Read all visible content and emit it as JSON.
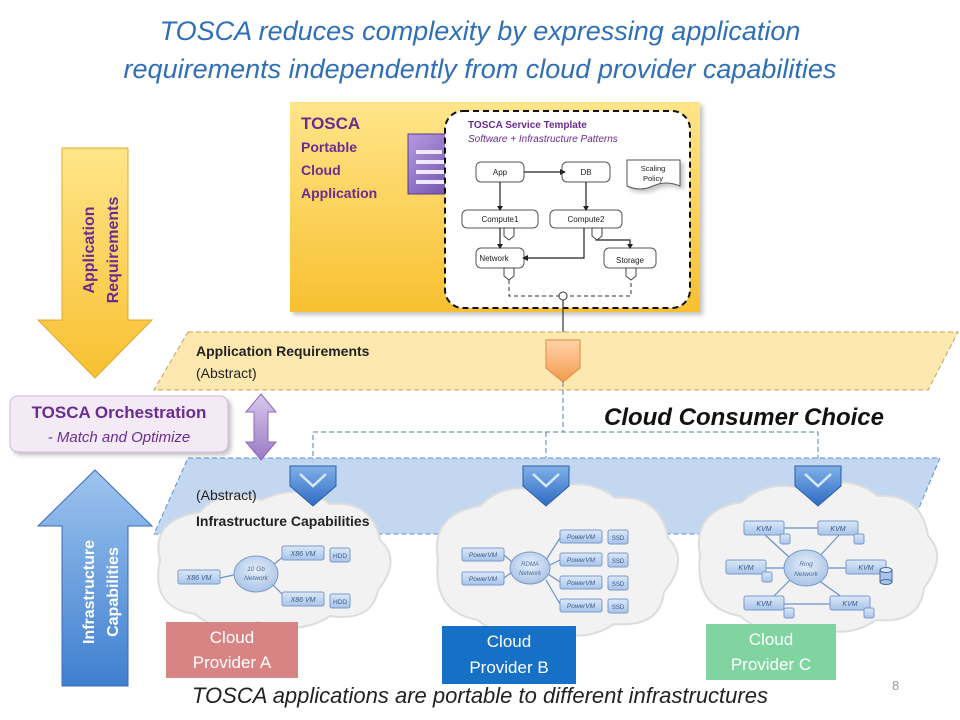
{
  "title_line1": "TOSCA reduces complexity by expressing application",
  "title_line2": "requirements independently from cloud provider capabilities",
  "tosca_box": {
    "title": "TOSCA",
    "lines": [
      "Portable",
      "Cloud",
      "Application"
    ]
  },
  "service_template": {
    "title": "TOSCA Service Template",
    "subtitle": "Software + Infrastructure Patterns",
    "nodes": {
      "app": "App",
      "db": "DB",
      "compute1": "Compute1",
      "compute2": "Compute2",
      "network": "Network",
      "storage": "Storage"
    },
    "scaling_policy": [
      "Scaling",
      "Policy"
    ]
  },
  "left_arrows": {
    "app_req": [
      "Application",
      "Requirements"
    ],
    "infra_cap": [
      "Infrastructure",
      "Capabilities"
    ]
  },
  "orchestration": {
    "title": "TOSCA Orchestration",
    "subtitle": "- Match and Optimize"
  },
  "app_req_band": {
    "line1": "Application  Requirements",
    "line2": "(Abstract)"
  },
  "consumer_choice": "Cloud Consumer Choice",
  "infra_band": {
    "line1": "(Abstract)",
    "line2": "Infrastructure Capabilities"
  },
  "providers": {
    "a": {
      "label": [
        "Cloud",
        "Provider A"
      ],
      "color": "#d88080",
      "network": [
        "10 Gb",
        "Network"
      ],
      "vm_left": "X86 VM",
      "vm_top": "X86 VM",
      "vm_bottom": "X86 VM",
      "disk": "HDD"
    },
    "b": {
      "label": [
        "Cloud",
        "Provider B"
      ],
      "color": "#1b73c7",
      "network": [
        "RDMA",
        "Network"
      ],
      "vm": "PowerVM",
      "disk": "SSD"
    },
    "c": {
      "label": [
        "Cloud",
        "Provider C"
      ],
      "color": "#7fd4a0",
      "network": [
        "Ring",
        "Network"
      ],
      "vm": "KVM"
    }
  },
  "footer": "TOSCA applications are portable to different infrastructures",
  "page_number": "8"
}
